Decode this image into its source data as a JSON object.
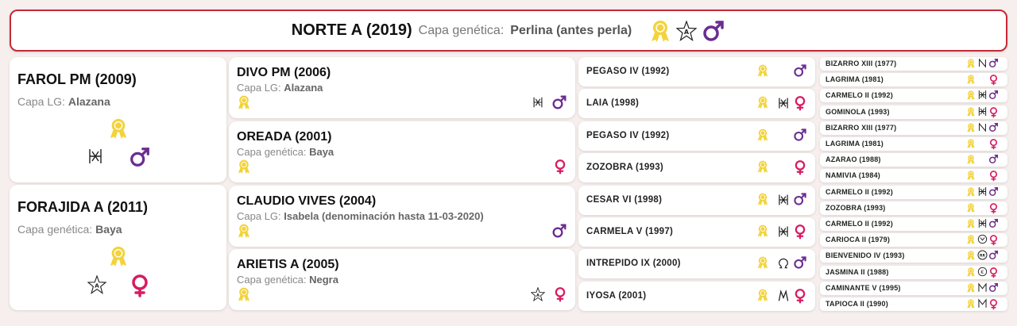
{
  "colors": {
    "accent_border": "#c8283a",
    "ribbon": "#f3d33a",
    "male": "#6b2c91",
    "female": "#d81b60",
    "background": "#f6efed"
  },
  "header": {
    "name": "NORTE A (2019)",
    "capa_label": "Capa genética:",
    "capa_value": "Perlina (antes perla)",
    "icons": [
      "ribbon-icon",
      "star-a-icon",
      "male-icon"
    ]
  },
  "gen1": [
    {
      "name": "FAROL PM (2009)",
      "capa_label": "Capa LG:",
      "capa_value": "Alazana",
      "icons": [
        "ribbon-icon",
        "bracket-mark-icon",
        "male-icon"
      ]
    },
    {
      "name": "FORAJIDA A (2011)",
      "capa_label": "Capa genética:",
      "capa_value": "Baya",
      "icons": [
        "ribbon-icon",
        "star-a-icon",
        "female-icon"
      ]
    }
  ],
  "gen2": [
    {
      "name": "DIVO PM (2006)",
      "capa_label": "Capa LG:",
      "capa_value": "Alazana",
      "icons": [
        "ribbon-icon",
        "bracket-mark-icon",
        "male-icon"
      ]
    },
    {
      "name": "OREADA (2001)",
      "capa_label": "Capa genética:",
      "capa_value": "Baya",
      "icons": [
        "ribbon-icon",
        "female-icon"
      ]
    },
    {
      "name": "CLAUDIO VIVES (2004)",
      "capa_label": "Capa LG:",
      "capa_value": "Isabela (denominación hasta 11-03-2020)",
      "icons": [
        "ribbon-icon",
        "male-icon"
      ]
    },
    {
      "name": "ARIETIS A (2005)",
      "capa_label": "Capa genética:",
      "capa_value": "Negra",
      "icons": [
        "ribbon-icon",
        "star-a-icon",
        "female-icon"
      ]
    }
  ],
  "gen3": [
    {
      "name": "PEGASO IV (1992)",
      "mark": "",
      "sex": "male"
    },
    {
      "name": "LAIA (1998)",
      "mark": "bracket",
      "sex": "female"
    },
    {
      "name": "PEGASO IV (1992)",
      "mark": "",
      "sex": "male"
    },
    {
      "name": "ZOZOBRA (1993)",
      "mark": "",
      "sex": "female"
    },
    {
      "name": "CESAR VI (1998)",
      "mark": "bracket",
      "sex": "male"
    },
    {
      "name": "CARMELA V (1997)",
      "mark": "bracket",
      "sex": "female"
    },
    {
      "name": "INTREPIDO IX (2000)",
      "mark": "omega",
      "sex": "male"
    },
    {
      "name": "IYOSA (2001)",
      "mark": "m",
      "sex": "female"
    }
  ],
  "gen4": [
    {
      "name": "BIZARRO XIII (1977)",
      "mark": "n",
      "sex": "male"
    },
    {
      "name": "LAGRIMA (1981)",
      "mark": "",
      "sex": "female"
    },
    {
      "name": "CARMELO II (1992)",
      "mark": "bracket",
      "sex": "male"
    },
    {
      "name": "GOMINOLA (1993)",
      "mark": "bracket",
      "sex": "female"
    },
    {
      "name": "BIZARRO XIII (1977)",
      "mark": "n",
      "sex": "male"
    },
    {
      "name": "LAGRIMA (1981)",
      "mark": "",
      "sex": "female"
    },
    {
      "name": "AZARAO (1988)",
      "mark": "",
      "sex": "male"
    },
    {
      "name": "NAMIVIA (1984)",
      "mark": "",
      "sex": "female"
    },
    {
      "name": "CARMELO II (1992)",
      "mark": "bracket",
      "sex": "male"
    },
    {
      "name": "ZOZOBRA (1993)",
      "mark": "",
      "sex": "female"
    },
    {
      "name": "CARMELO II (1992)",
      "mark": "bracket",
      "sex": "male"
    },
    {
      "name": "CARIOCA II (1979)",
      "mark": "circle-mark",
      "sex": "female"
    },
    {
      "name": "BIENVENIDO IV (1993)",
      "mark": "rr-badge",
      "sex": "male"
    },
    {
      "name": "JASMINA II (1988)",
      "mark": "e-circle",
      "sex": "female"
    },
    {
      "name": "CAMINANTE V (1995)",
      "mark": "m-bracket",
      "sex": "male"
    },
    {
      "name": "TAPIOCA II (1990)",
      "mark": "m-bracket",
      "sex": "female"
    }
  ]
}
